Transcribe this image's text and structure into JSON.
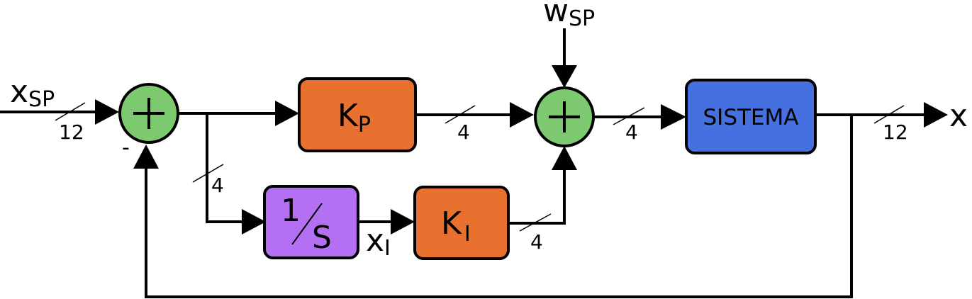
{
  "colors": {
    "summer": "#7dc970",
    "gain": "#e8712f",
    "integrator": "#b470f2",
    "system": "#466fe0",
    "line": "#000000"
  },
  "signals": {
    "reference": {
      "main": "x",
      "sub": "SP"
    },
    "disturbance": {
      "main": "w",
      "sub": "SP"
    },
    "output": "x",
    "integral_state": {
      "main": "x",
      "sub": "I"
    }
  },
  "blocks": {
    "kp": {
      "main": "K",
      "sub": "P"
    },
    "ki": {
      "main": "K",
      "sub": "I"
    },
    "integrator": {
      "numerator": "1",
      "denominator": "S"
    },
    "system": "SISTEMA"
  },
  "summers": {
    "sum1": {
      "symbol": "+",
      "feedback_sign": "-"
    },
    "sum2": {
      "symbol": "+"
    }
  },
  "bus_widths": {
    "input": "12",
    "kp_out": "4",
    "integral_branch": "4",
    "ki_out": "4",
    "sum2_out": "4",
    "output": "12"
  }
}
